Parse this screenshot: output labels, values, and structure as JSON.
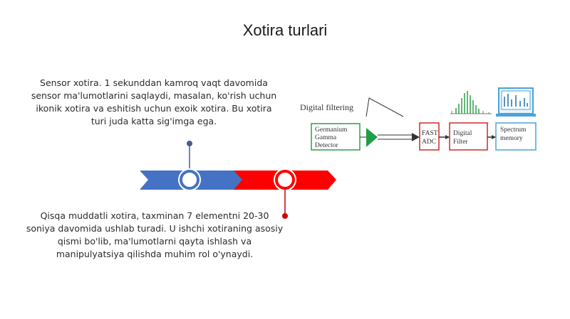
{
  "slide": {
    "title": "Xotira turlari",
    "sensor_memory": "Sensor xotira. 1 sekunddan kamroq vaqt davomida sensor ma'lumotlarini saqlaydi, masalan, ko'rish uchun ikonik xotira va eshitish uchun exoik xotira. Bu xotira turi juda katta sig'imga ega.",
    "short_term_memory": "Qisqa muddatli xotira, taxminan 7 elementni 20-30 soniya davomida ushlab turadi. U ishchi xotiraning asosiy qismi bo'lib, ma'lumotlarni qayta ishlash va manipulyatsiya qilishda muhim rol o'ynaydi."
  },
  "timeline": {
    "colors": {
      "first": "#4472c4",
      "second": "#ff0000"
    }
  },
  "diagram": {
    "digital_filtering": "Digital filtering",
    "detector_line1": "Germanium",
    "detector_line2": "Gamma",
    "detector_line3": "Detector",
    "adc_line1": "FAST",
    "adc_line2": "ADC",
    "filter_line1": "Digital",
    "filter_line2": "Filter",
    "memory_line1": "Spectrum",
    "memory_line2": "memory",
    "colors": {
      "detector": "#2e9e4a",
      "adc_filter": "#cc2a2a",
      "memory": "#4aa3d8"
    }
  }
}
